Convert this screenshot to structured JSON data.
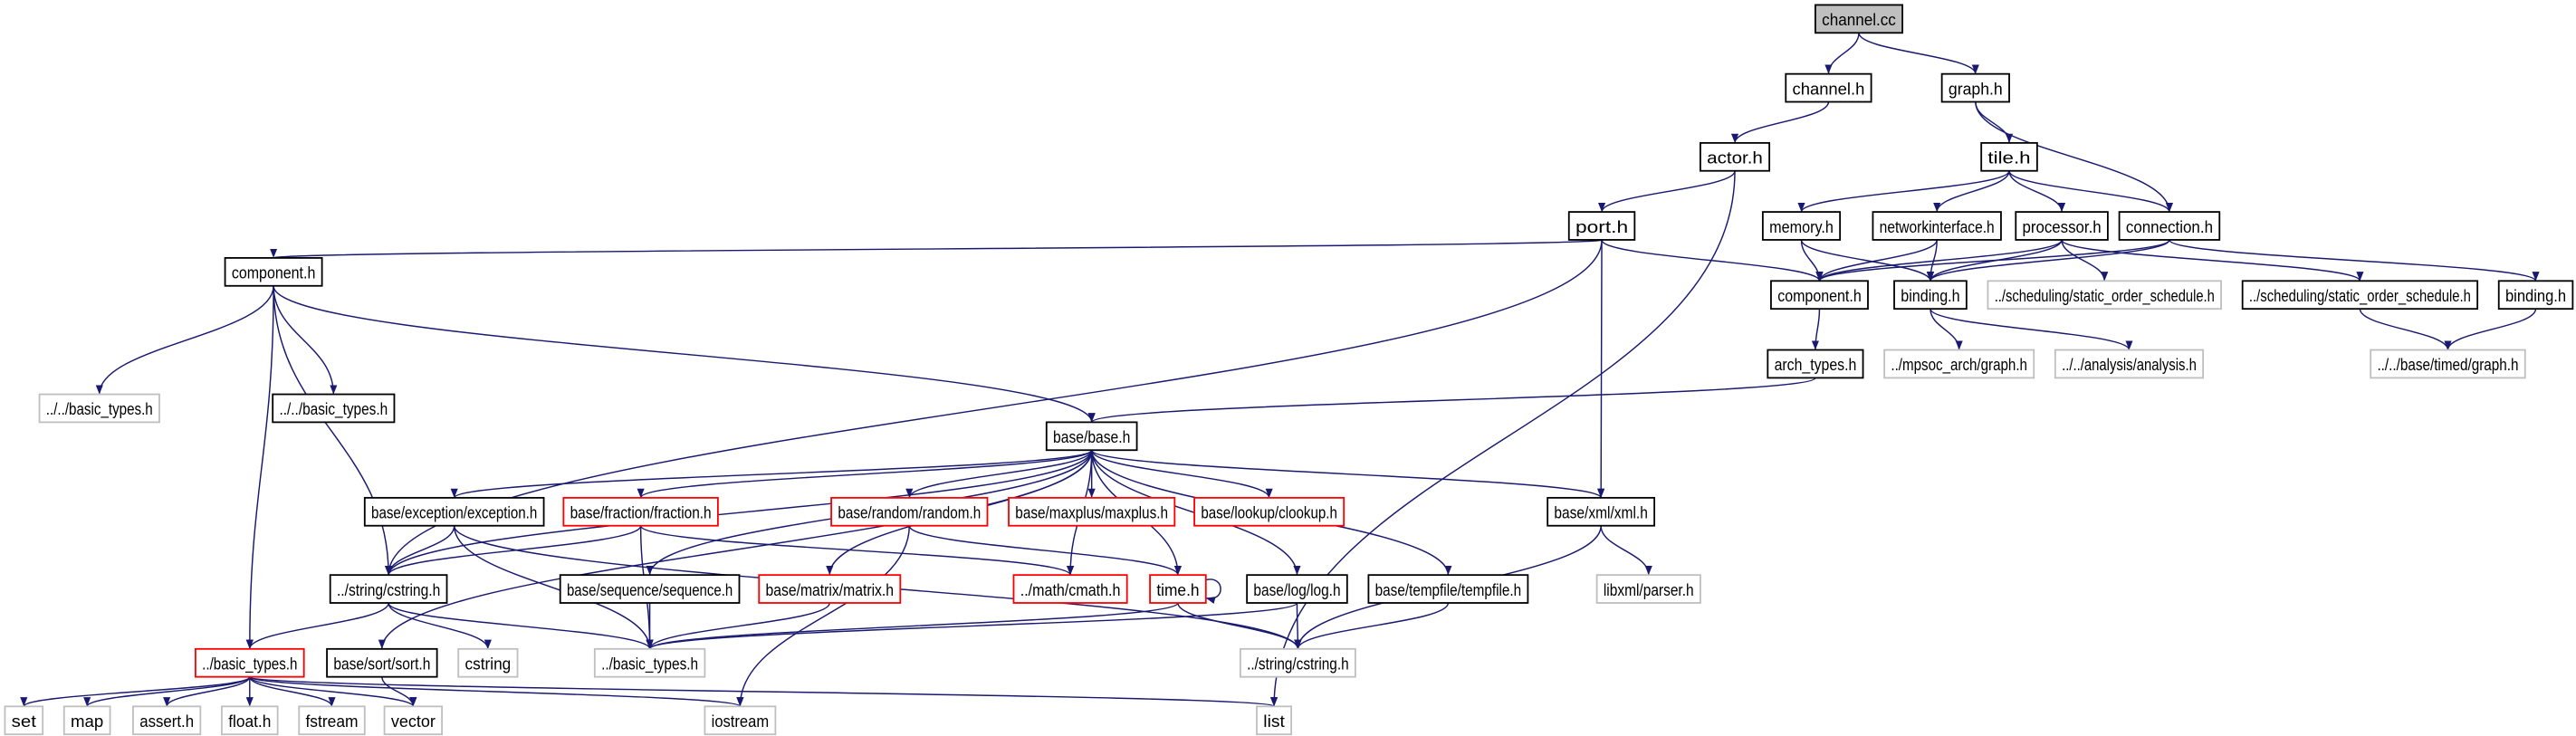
{
  "title": "channel.cc",
  "colors": {
    "edge": "#191970",
    "root_fill": "#bfbfbf",
    "missing_border": "#ff0000",
    "external_border": "#bfbfbf"
  },
  "nodes": [
    {
      "id": "channel_cc",
      "label": "channel.cc",
      "style": "root"
    },
    {
      "id": "channel_h",
      "label": "channel.h",
      "style": "normal"
    },
    {
      "id": "graph_h",
      "label": "graph.h",
      "style": "normal"
    },
    {
      "id": "actor_h",
      "label": "actor.h",
      "style": "normal"
    },
    {
      "id": "tile_h",
      "label": "tile.h",
      "style": "normal"
    },
    {
      "id": "port_h",
      "label": "port.h",
      "style": "normal"
    },
    {
      "id": "memory_h",
      "label": "memory.h",
      "style": "normal"
    },
    {
      "id": "netif_h",
      "label": "networkinterface.h",
      "style": "normal"
    },
    {
      "id": "processor_h",
      "label": "processor.h",
      "style": "normal"
    },
    {
      "id": "connection_h",
      "label": "connection.h",
      "style": "normal"
    },
    {
      "id": "component_top",
      "label": "component.h",
      "style": "normal"
    },
    {
      "id": "binding_h",
      "label": "binding.h",
      "style": "normal"
    },
    {
      "id": "sched_gray",
      "label": "../scheduling/static_order_schedule.h",
      "style": "gray"
    },
    {
      "id": "sched_black",
      "label": "../scheduling/static_order_schedule.h",
      "style": "normal"
    },
    {
      "id": "binding2_h",
      "label": "binding.h",
      "style": "normal"
    },
    {
      "id": "arch_types",
      "label": "arch_types.h",
      "style": "normal"
    },
    {
      "id": "mpsoc_graph",
      "label": "../mpsoc_arch/graph.h",
      "style": "gray"
    },
    {
      "id": "analysis_h",
      "label": "../../analysis/analysis.h",
      "style": "gray"
    },
    {
      "id": "timed_graph",
      "label": "../../base/timed/graph.h",
      "style": "gray"
    },
    {
      "id": "component_left",
      "label": "component.h",
      "style": "normal"
    },
    {
      "id": "bt_gray2",
      "label": "../../basic_types.h",
      "style": "gray"
    },
    {
      "id": "bt_black2",
      "label": "../../basic_types.h",
      "style": "normal"
    },
    {
      "id": "base_h",
      "label": "base/base.h",
      "style": "normal"
    },
    {
      "id": "exception_h",
      "label": "base/exception/exception.h",
      "style": "normal"
    },
    {
      "id": "fraction_h",
      "label": "base/fraction/fraction.h",
      "style": "red"
    },
    {
      "id": "random_h",
      "label": "base/random/random.h",
      "style": "red"
    },
    {
      "id": "maxplus_h",
      "label": "base/maxplus/maxplus.h",
      "style": "red"
    },
    {
      "id": "clookup_h",
      "label": "base/lookup/clookup.h",
      "style": "red"
    },
    {
      "id": "xml_h",
      "label": "base/xml/xml.h",
      "style": "normal"
    },
    {
      "id": "cstring_black",
      "label": "../string/cstring.h",
      "style": "normal"
    },
    {
      "id": "sequence_h",
      "label": "base/sequence/sequence.h",
      "style": "normal"
    },
    {
      "id": "matrix_h",
      "label": "base/matrix/matrix.h",
      "style": "red"
    },
    {
      "id": "cmath_h",
      "label": "../math/cmath.h",
      "style": "red"
    },
    {
      "id": "time_h",
      "label": "time.h",
      "style": "red"
    },
    {
      "id": "log_h",
      "label": "base/log/log.h",
      "style": "normal"
    },
    {
      "id": "tempfile_h",
      "label": "base/tempfile/tempfile.h",
      "style": "normal"
    },
    {
      "id": "libxml_parser",
      "label": "libxml/parser.h",
      "style": "gray"
    },
    {
      "id": "bt_red",
      "label": "../basic_types.h",
      "style": "red"
    },
    {
      "id": "sort_h",
      "label": "base/sort/sort.h",
      "style": "normal"
    },
    {
      "id": "cstring_std",
      "label": "cstring",
      "style": "gray"
    },
    {
      "id": "bt_gray1",
      "label": "../basic_types.h",
      "style": "gray"
    },
    {
      "id": "cstring_gray",
      "label": "../string/cstring.h",
      "style": "gray"
    },
    {
      "id": "set",
      "label": "set",
      "style": "gray"
    },
    {
      "id": "map",
      "label": "map",
      "style": "gray"
    },
    {
      "id": "assert_h",
      "label": "assert.h",
      "style": "gray"
    },
    {
      "id": "float_h",
      "label": "float.h",
      "style": "gray"
    },
    {
      "id": "fstream",
      "label": "fstream",
      "style": "gray"
    },
    {
      "id": "vector",
      "label": "vector",
      "style": "gray"
    },
    {
      "id": "iostream",
      "label": "iostream",
      "style": "gray"
    },
    {
      "id": "list",
      "label": "list",
      "style": "gray"
    }
  ],
  "edges": [
    [
      "channel_cc",
      "channel_h"
    ],
    [
      "channel_cc",
      "graph_h"
    ],
    [
      "channel_h",
      "actor_h"
    ],
    [
      "graph_h",
      "tile_h"
    ],
    [
      "graph_h",
      "connection_h"
    ],
    [
      "actor_h",
      "port_h"
    ],
    [
      "actor_h",
      "list"
    ],
    [
      "tile_h",
      "memory_h"
    ],
    [
      "tile_h",
      "netif_h"
    ],
    [
      "tile_h",
      "processor_h"
    ],
    [
      "tile_h",
      "connection_h"
    ],
    [
      "port_h",
      "component_top"
    ],
    [
      "port_h",
      "component_left"
    ],
    [
      "port_h",
      "xml_h"
    ],
    [
      "port_h",
      "cstring_black"
    ],
    [
      "memory_h",
      "component_top"
    ],
    [
      "memory_h",
      "binding_h"
    ],
    [
      "netif_h",
      "component_top"
    ],
    [
      "netif_h",
      "binding_h"
    ],
    [
      "processor_h",
      "component_top"
    ],
    [
      "processor_h",
      "binding_h"
    ],
    [
      "processor_h",
      "sched_gray"
    ],
    [
      "processor_h",
      "sched_black"
    ],
    [
      "connection_h",
      "component_top"
    ],
    [
      "connection_h",
      "binding_h"
    ],
    [
      "connection_h",
      "binding2_h"
    ],
    [
      "component_top",
      "arch_types"
    ],
    [
      "binding_h",
      "mpsoc_graph"
    ],
    [
      "binding_h",
      "analysis_h"
    ],
    [
      "sched_black",
      "timed_graph"
    ],
    [
      "binding2_h",
      "timed_graph"
    ],
    [
      "arch_types",
      "base_h"
    ],
    [
      "component_left",
      "bt_gray2"
    ],
    [
      "component_left",
      "bt_black2"
    ],
    [
      "component_left",
      "base_h"
    ],
    [
      "component_left",
      "cstring_black"
    ],
    [
      "component_left",
      "bt_red"
    ],
    [
      "base_h",
      "exception_h"
    ],
    [
      "base_h",
      "fraction_h"
    ],
    [
      "base_h",
      "random_h"
    ],
    [
      "base_h",
      "maxplus_h"
    ],
    [
      "base_h",
      "clookup_h"
    ],
    [
      "base_h",
      "xml_h"
    ],
    [
      "base_h",
      "cstring_black"
    ],
    [
      "base_h",
      "sequence_h"
    ],
    [
      "base_h",
      "matrix_h"
    ],
    [
      "base_h",
      "cmath_h"
    ],
    [
      "base_h",
      "time_h"
    ],
    [
      "base_h",
      "log_h"
    ],
    [
      "base_h",
      "tempfile_h"
    ],
    [
      "base_h",
      "sort_h"
    ],
    [
      "exception_h",
      "cstring_black"
    ],
    [
      "exception_h",
      "bt_gray1"
    ],
    [
      "exception_h",
      "cstring_gray"
    ],
    [
      "fraction_h",
      "cstring_black"
    ],
    [
      "fraction_h",
      "bt_gray1"
    ],
    [
      "fraction_h",
      "cmath_h"
    ],
    [
      "random_h",
      "time_h"
    ],
    [
      "random_h",
      "iostream"
    ],
    [
      "matrix_h",
      "bt_gray1"
    ],
    [
      "sequence_h",
      "bt_gray1"
    ],
    [
      "time_h",
      "time_h"
    ],
    [
      "time_h",
      "cstring_gray"
    ],
    [
      "time_h",
      "bt_gray1"
    ],
    [
      "log_h",
      "cstring_gray"
    ],
    [
      "log_h",
      "bt_gray1"
    ],
    [
      "tempfile_h",
      "cstring_gray"
    ],
    [
      "xml_h",
      "libxml_parser"
    ],
    [
      "xml_h",
      "cstring_gray"
    ],
    [
      "cstring_black",
      "bt_red"
    ],
    [
      "cstring_black",
      "cstring_std"
    ],
    [
      "cstring_black",
      "bt_gray1"
    ],
    [
      "bt_red",
      "set"
    ],
    [
      "bt_red",
      "map"
    ],
    [
      "bt_red",
      "assert_h"
    ],
    [
      "bt_red",
      "float_h"
    ],
    [
      "bt_red",
      "fstream"
    ],
    [
      "bt_red",
      "vector"
    ],
    [
      "bt_red",
      "iostream"
    ],
    [
      "bt_red",
      "list"
    ],
    [
      "sort_h",
      "vector"
    ]
  ]
}
